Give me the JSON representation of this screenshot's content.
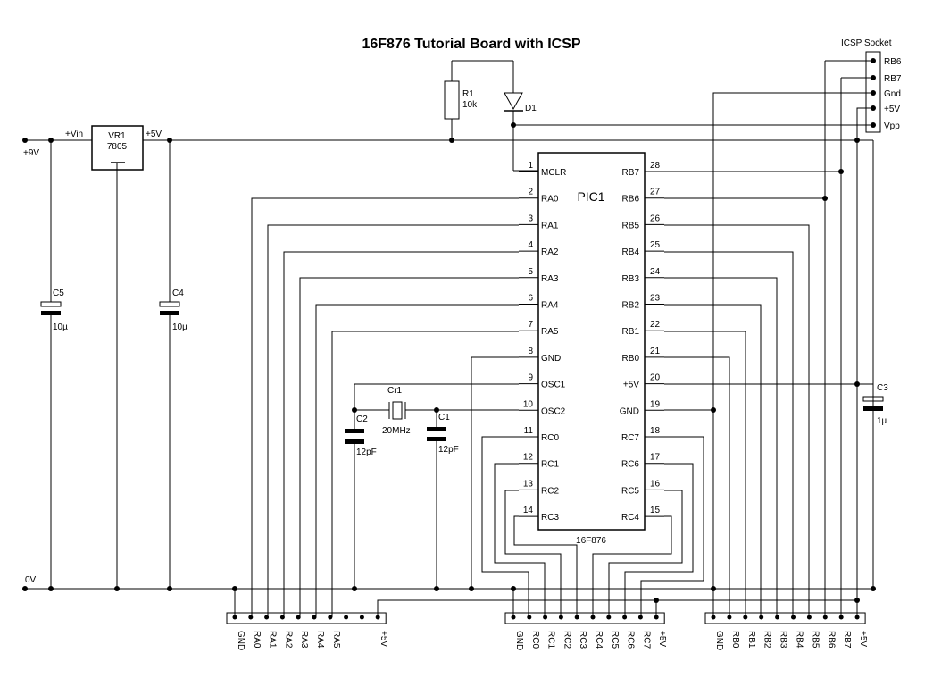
{
  "title": "16F876 Tutorial Board with ICSP",
  "supply": {
    "vin_label": "+9V",
    "ground_label": "0V",
    "reg_in": "+Vin",
    "reg_out": "+5V"
  },
  "vr1": {
    "ref": "VR1",
    "value": "7805"
  },
  "r1": {
    "ref": "R1",
    "value": "10k"
  },
  "d1": {
    "ref": "D1"
  },
  "c5": {
    "ref": "C5",
    "value": "10µ"
  },
  "c4": {
    "ref": "C4",
    "value": "10µ"
  },
  "c3": {
    "ref": "C3",
    "value": "1µ"
  },
  "c2": {
    "ref": "C2",
    "value": "12pF"
  },
  "c1": {
    "ref": "C1",
    "value": "12pF"
  },
  "cr1": {
    "ref": "Cr1",
    "value": "20MHz"
  },
  "chip": {
    "ref": "PIC1",
    "part": "16F876",
    "left_pins": [
      {
        "num": "1",
        "name": "MCLR"
      },
      {
        "num": "2",
        "name": "RA0"
      },
      {
        "num": "3",
        "name": "RA1"
      },
      {
        "num": "4",
        "name": "RA2"
      },
      {
        "num": "5",
        "name": "RA3"
      },
      {
        "num": "6",
        "name": "RA4"
      },
      {
        "num": "7",
        "name": "RA5"
      },
      {
        "num": "8",
        "name": "GND"
      },
      {
        "num": "9",
        "name": "OSC1"
      },
      {
        "num": "10",
        "name": "OSC2"
      },
      {
        "num": "11",
        "name": "RC0"
      },
      {
        "num": "12",
        "name": "RC1"
      },
      {
        "num": "13",
        "name": "RC2"
      },
      {
        "num": "14",
        "name": "RC3"
      }
    ],
    "right_pins": [
      {
        "num": "28",
        "name": "RB7"
      },
      {
        "num": "27",
        "name": "RB6"
      },
      {
        "num": "26",
        "name": "RB5"
      },
      {
        "num": "25",
        "name": "RB4"
      },
      {
        "num": "24",
        "name": "RB3"
      },
      {
        "num": "23",
        "name": "RB2"
      },
      {
        "num": "22",
        "name": "RB1"
      },
      {
        "num": "21",
        "name": "RB0"
      },
      {
        "num": "20",
        "name": "+5V"
      },
      {
        "num": "19",
        "name": "GND"
      },
      {
        "num": "18",
        "name": "RC7"
      },
      {
        "num": "17",
        "name": "RC6"
      },
      {
        "num": "16",
        "name": "RC5"
      },
      {
        "num": "15",
        "name": "RC4"
      }
    ]
  },
  "icsp": {
    "title": "ICSP Socket",
    "pins": [
      "RB6",
      "RB7",
      "Gnd",
      "+5V",
      "Vpp"
    ]
  },
  "headers": {
    "porta": [
      "GND",
      "RA0",
      "RA1",
      "RA2",
      "RA3",
      "RA4",
      "RA5",
      "",
      "",
      "+5V"
    ],
    "portc": [
      "GND",
      "RC0",
      "RC1",
      "RC2",
      "RC3",
      "RC4",
      "RC5",
      "RC6",
      "RC7",
      "+5V"
    ],
    "portb": [
      "GND",
      "RB0",
      "RB1",
      "RB2",
      "RB3",
      "RB4",
      "RB5",
      "RB6",
      "RB7",
      "+5V"
    ]
  }
}
